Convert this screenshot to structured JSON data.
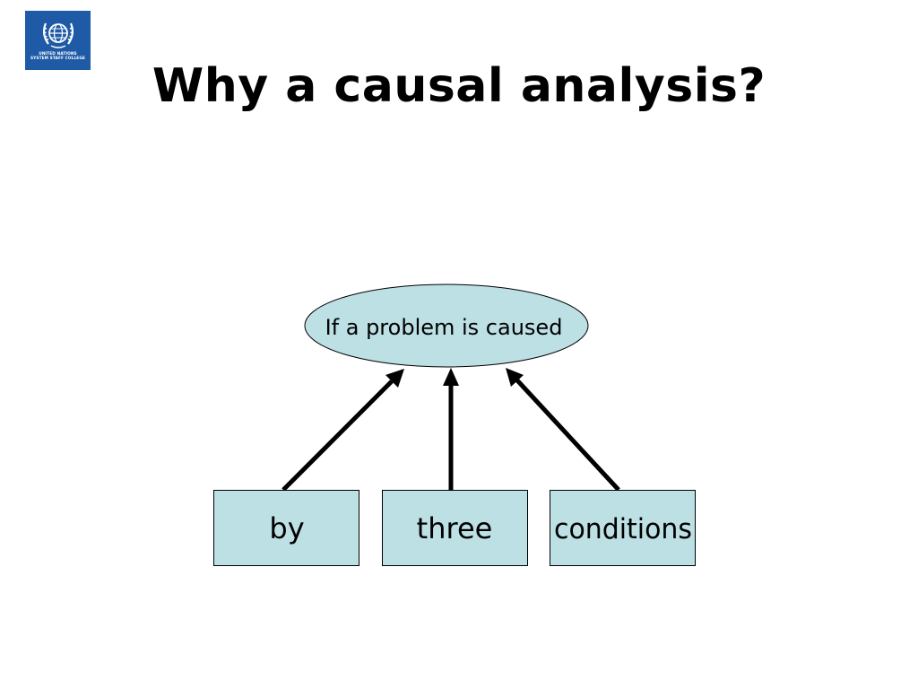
{
  "slide": {
    "title": "Why a causal analysis?"
  },
  "logo": {
    "line1": "UNITED NATIONS",
    "line2": "SYSTEM STAFF COLLEGE",
    "icon": "un-emblem-icon"
  },
  "diagram": {
    "ellipse_label": "If a problem is caused",
    "boxes": [
      {
        "label": "by"
      },
      {
        "label": "three"
      },
      {
        "label": "conditions"
      }
    ]
  },
  "colors": {
    "shape_fill": "#bde0e5",
    "logo_bg": "#1e5aa6",
    "text": "#000000"
  }
}
